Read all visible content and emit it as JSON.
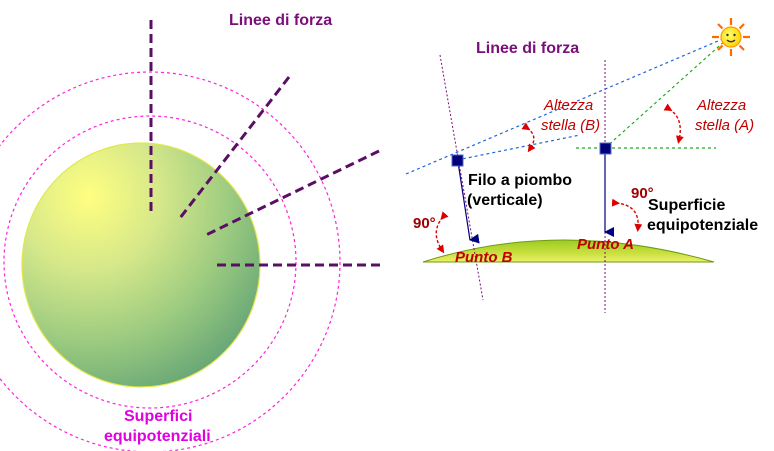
{
  "left": {
    "title": "Linee di forza",
    "caption_line1": "Superfici",
    "caption_line2": "equipotenziali"
  },
  "right": {
    "title": "Linee di forza",
    "star_a_label_1": "Altezza",
    "star_a_label_2": "stella (A)",
    "star_b_label_1": "Altezza",
    "star_b_label_2": "stella (B)",
    "plumb_label_1": "Filo a piombo",
    "plumb_label_2": "(verticale)",
    "surface_label_1": "Superficie",
    "surface_label_2": "equipotenziale",
    "angle_a": "90°",
    "angle_b": "90°",
    "point_a": "Punto A",
    "point_b": "Punto B"
  },
  "colors": {
    "field_lines": "#5a0f64",
    "equipotential": "#ff22dd",
    "earth_light": "#ffff7a",
    "earth_dark": "#6fae78",
    "ray_b": "#2266dd",
    "ray_a": "#22aa22",
    "arrow": "#000080",
    "angle_arrow": "#dd0000"
  }
}
